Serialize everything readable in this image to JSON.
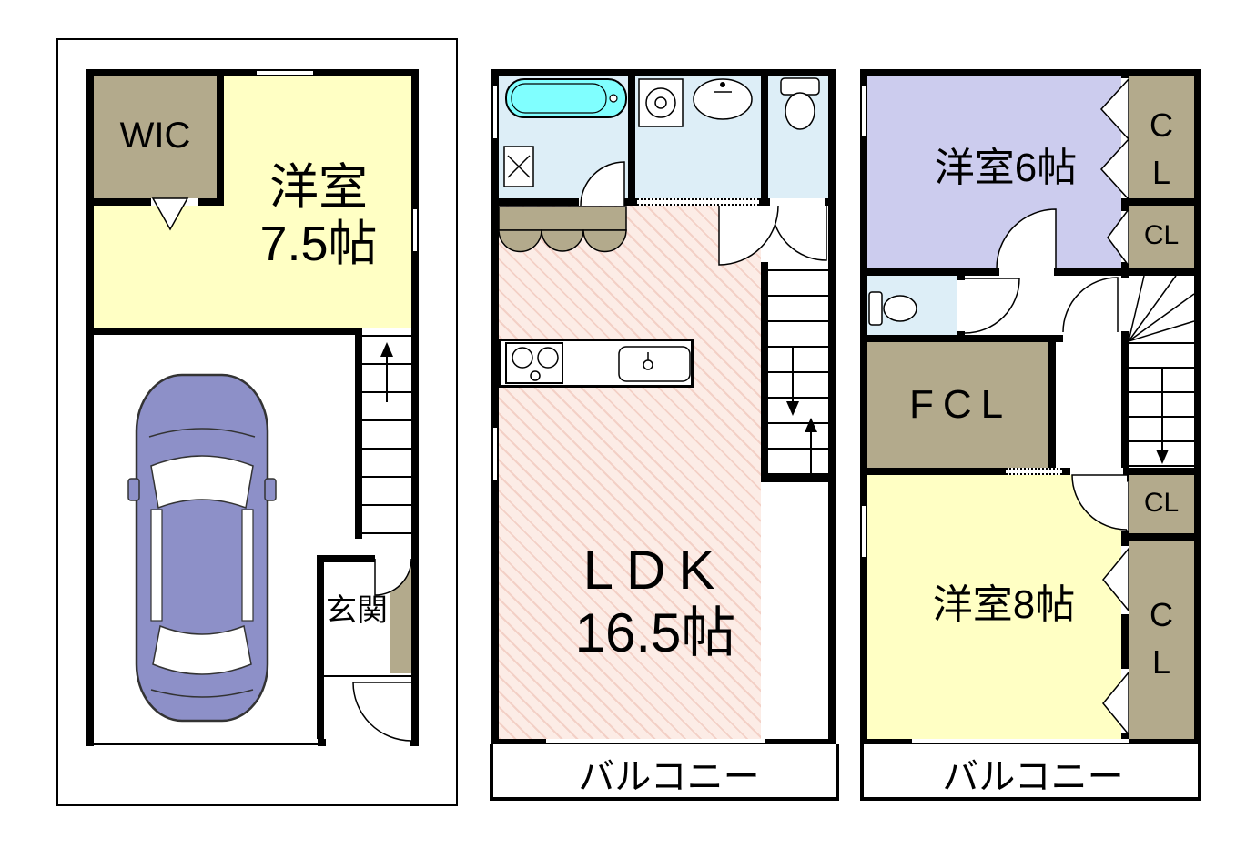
{
  "floor1": {
    "wic_label": "WIC",
    "room_label_line1": "洋室",
    "room_label_line2": "7.5帖",
    "genkan_label": "玄関"
  },
  "floor2": {
    "ldk_label_line1": "LDK",
    "ldk_label_line2": "16.5帖",
    "balcony_label": "バルコニー"
  },
  "floor3": {
    "room6_label": "洋室6帖",
    "cl_top_line1": "C",
    "cl_top_line2": "L",
    "cl_upper_label": "CL",
    "fcl_label": "FCL",
    "cl_mid_label": "CL",
    "room8_label": "洋室8帖",
    "cl_bottom_line1": "C",
    "cl_bottom_line2": "L",
    "balcony_label": "バルコニー"
  },
  "colors": {
    "wall": "#000000",
    "room_yellow": "#ffffc4",
    "closet_tan": "#b3aa8c",
    "room_lavender": "#ccccee",
    "bath_blue": "#ddeef7",
    "tub_cyan": "#80ffff",
    "ldk_pink": "#fcece6",
    "ldk_hatch": "#f3d0c6",
    "car_blue": "#8d90c8"
  }
}
